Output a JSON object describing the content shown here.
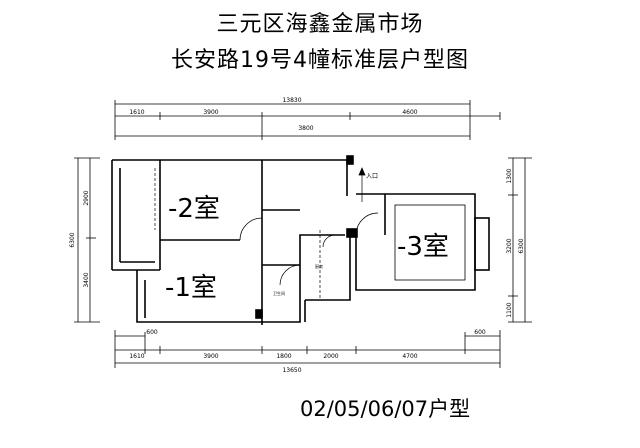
{
  "title_line1": "三元区海鑫金属市场",
  "title_line2": "长安路19号4幢标准层户型图",
  "footer_label": "02/05/06/07户型",
  "dims": {
    "top_total": "13830",
    "top_segments": [
      "1610",
      "3900",
      "4600"
    ],
    "top_inner": "3800",
    "bottom_total": "13650",
    "bottom_segments": [
      "1610",
      "3900",
      "1800",
      "2000",
      "4700"
    ],
    "bottom_small_left": "600",
    "bottom_small_right": "600",
    "left_total": "6300",
    "left_upper": "2900",
    "left_lower": "3400",
    "right_total": "6300",
    "right_top": "1300",
    "right_mid": "3200",
    "right_bottom": "1100"
  },
  "rooms": {
    "room_a": "-2室",
    "room_b": "-1室",
    "room_c": "-3室",
    "entrance": "入口",
    "toilet": "卫生间",
    "kitchen": "厨房"
  }
}
